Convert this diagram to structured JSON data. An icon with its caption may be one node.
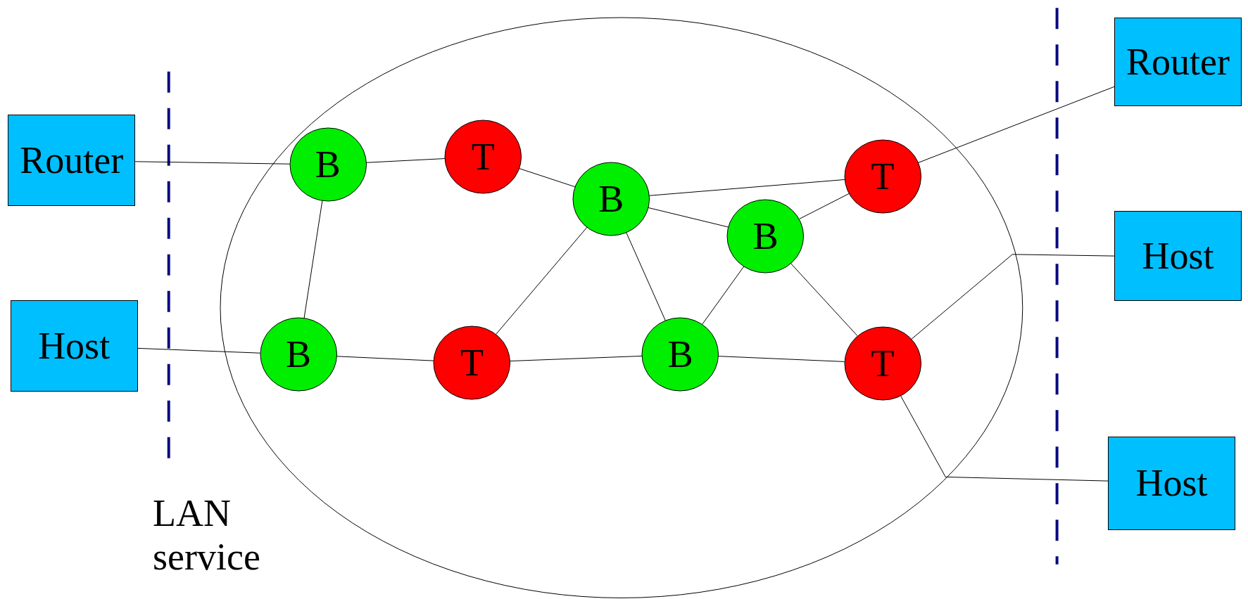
{
  "diagram": {
    "nodes": [
      {
        "text": [
          "Router"
        ]
      },
      {
        "text": [
          "Host"
        ]
      },
      {
        "text": [],
        "shape": "ellipse"
      },
      {
        "text": [
          "B"
        ],
        "in": 2
      },
      {
        "text": [
          "T"
        ],
        "in": 2
      },
      {
        "text": [
          "B"
        ],
        "in": 2
      },
      {
        "text": [
          "T"
        ],
        "in": 2
      },
      {
        "text": [
          "B"
        ],
        "in": 2
      },
      {
        "text": [
          "B"
        ],
        "in": 2
      },
      {
        "text": [
          "T"
        ],
        "in": 2
      },
      {
        "text": [
          "B"
        ],
        "in": 2
      },
      {
        "text": [
          "T"
        ],
        "in": 2
      },
      {
        "text": [
          "Router"
        ]
      },
      {
        "text": [
          "Host"
        ]
      },
      {
        "text": [
          "Host"
        ]
      }
    ],
    "edges": [
      {
        "from": 0,
        "to": 3,
        "arrow": "none"
      },
      {
        "from": 1,
        "to": 8,
        "arrow": "none"
      },
      {
        "from": 3,
        "to": 4,
        "arrow": "none"
      },
      {
        "from": 3,
        "to": 8,
        "arrow": "none"
      },
      {
        "from": 4,
        "to": 5,
        "arrow": "none"
      },
      {
        "from": 5,
        "to": 6,
        "arrow": "none"
      },
      {
        "from": 5,
        "to": 7,
        "arrow": "none"
      },
      {
        "from": 5,
        "to": 9,
        "arrow": "none"
      },
      {
        "from": 5,
        "to": 10,
        "arrow": "none"
      },
      {
        "from": 7,
        "to": 6,
        "arrow": "none"
      },
      {
        "from": 7,
        "to": 10,
        "arrow": "none"
      },
      {
        "from": 7,
        "to": 11,
        "arrow": "none"
      },
      {
        "from": 8,
        "to": 9,
        "arrow": "none"
      },
      {
        "from": 9,
        "to": 10,
        "arrow": "none"
      },
      {
        "from": 10,
        "to": 11,
        "arrow": "none"
      },
      {
        "from": 6,
        "to": 12,
        "arrow": "none"
      },
      {
        "from": 11,
        "to": 13,
        "arrow": "none"
      },
      {
        "from": 11,
        "to": 14,
        "arrow": "none"
      }
    ],
    "labels": [
      "LAN service"
    ]
  }
}
